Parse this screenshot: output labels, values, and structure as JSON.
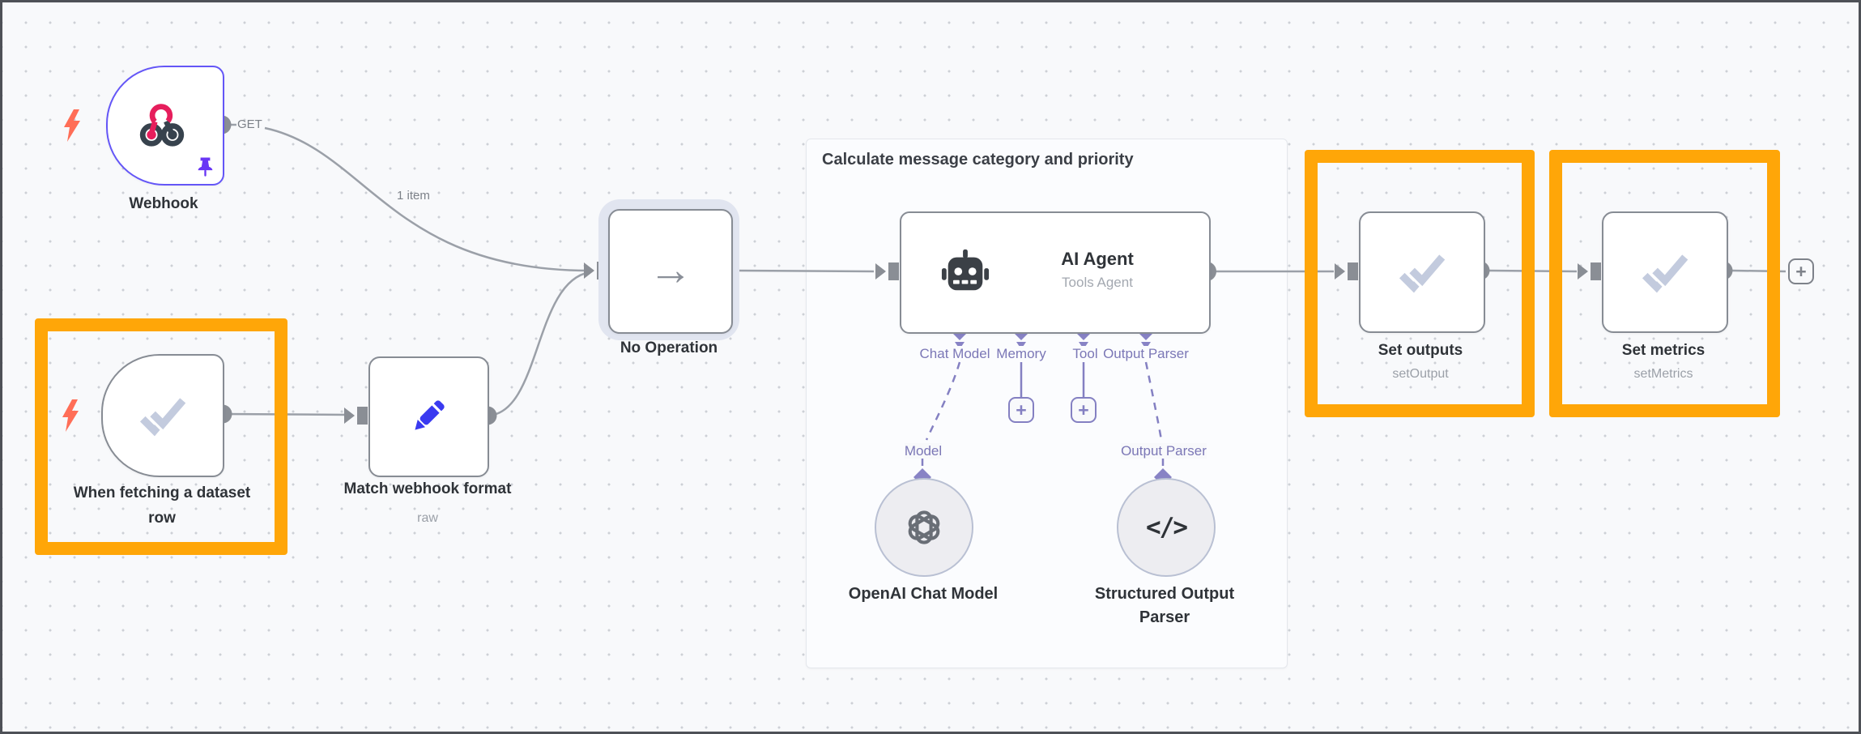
{
  "sticky": {
    "title": "Calculate message category and priority"
  },
  "connection": {
    "items_label": "1 item",
    "webhook_method": "GET"
  },
  "nodes": {
    "webhook": {
      "label": "Webhook"
    },
    "when_fetching": {
      "label_line1": "When fetching a dataset",
      "label_line2": "row"
    },
    "match_format": {
      "label": "Match webhook format",
      "subtitle": "raw"
    },
    "no_operation": {
      "label": "No Operation",
      "arrow_glyph": "→"
    },
    "ai_agent": {
      "title": "AI Agent",
      "subtitle": "Tools Agent"
    },
    "openai_model": {
      "label": "OpenAI Chat Model"
    },
    "structured_parser": {
      "label_line1": "Structured Output",
      "label_line2": "Parser",
      "icon_glyph": "</>"
    },
    "set_outputs": {
      "label": "Set outputs",
      "subtitle": "setOutput"
    },
    "set_metrics": {
      "label": "Set metrics",
      "subtitle": "setMetrics"
    }
  },
  "ports": {
    "chat_model": "Chat Model",
    "memory": "Memory",
    "tool": "Tool",
    "output_parser": "Output Parser",
    "model_in": "Model",
    "output_parser_in": "Output Parser"
  },
  "buttons": {
    "add": "+"
  },
  "colors": {
    "highlight_orange": "#ffa608",
    "webhook_border": "#6456f7",
    "connector_purple": "#8480c2",
    "wire_gray": "#9ba0a8",
    "bolt_orange": "#ff6e57",
    "check_icon": "#c3cbde",
    "pencil_blue": "#3a3af0",
    "webhook_pink": "#e61e5c",
    "webhook_dark": "#37424d"
  }
}
